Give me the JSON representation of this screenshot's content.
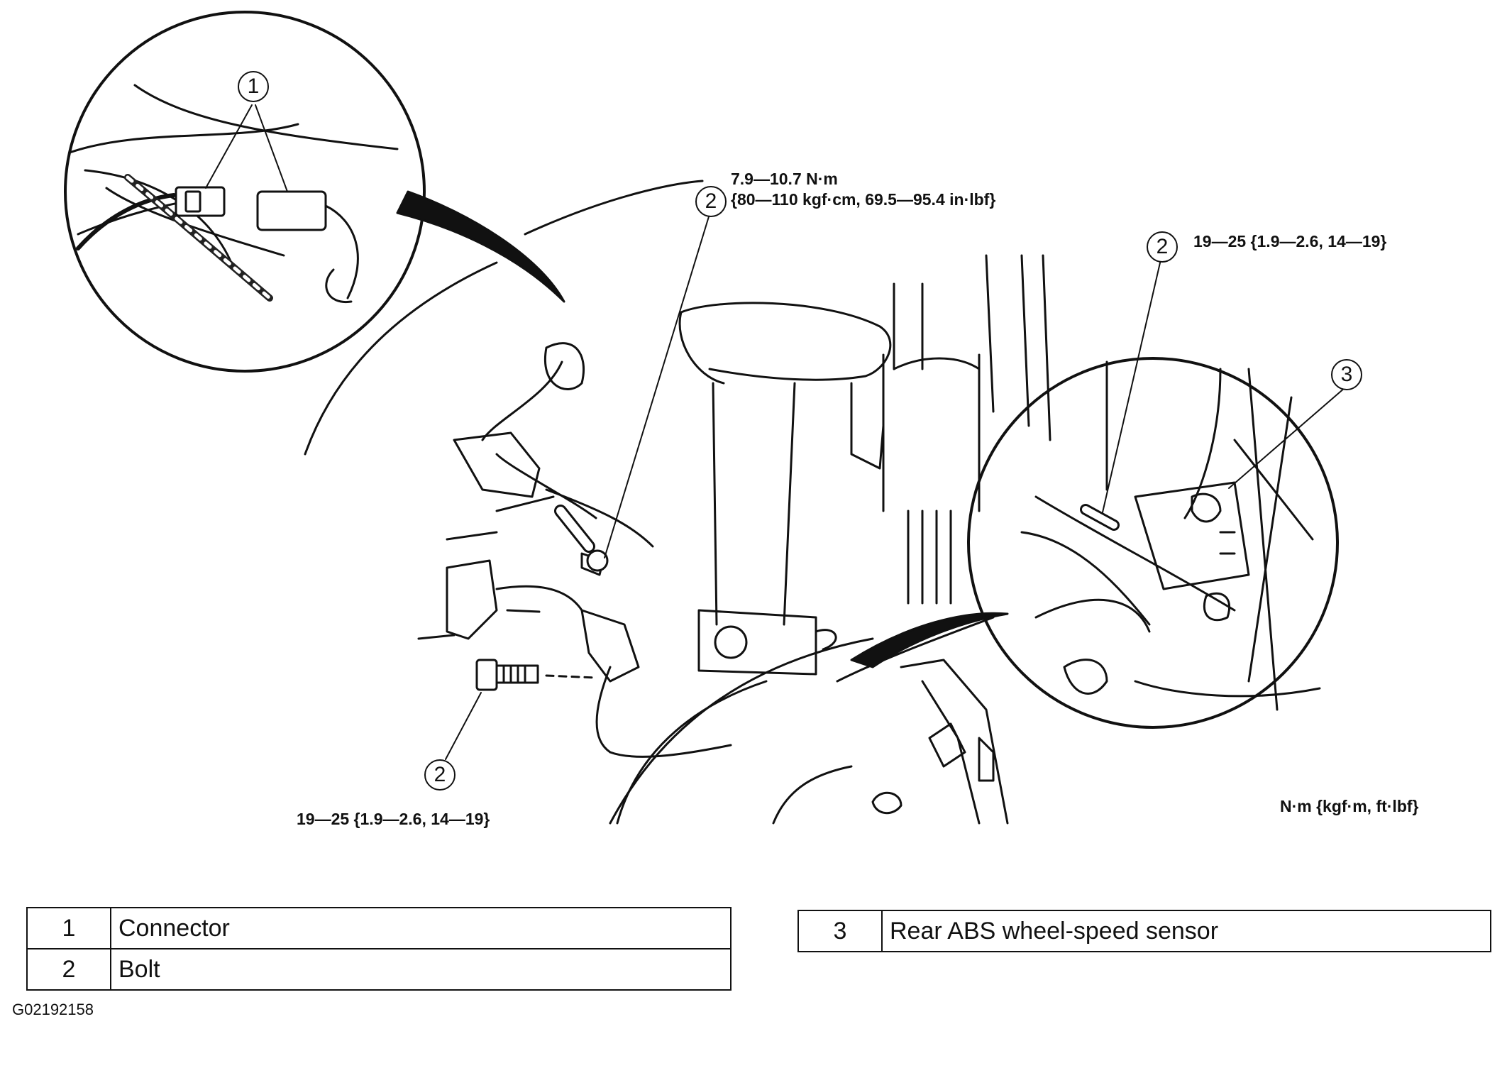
{
  "torque": {
    "t1_line1": "7.9—10.7 N·m",
    "t1_line2": "{80—110 kgf·cm, 69.5—95.4 in·lbf}",
    "t2": "19—25 {1.9—2.6, 14—19}",
    "t3": "19—25 {1.9—2.6, 14—19}",
    "units": "N·m {kgf·m, ft·lbf}"
  },
  "callouts": {
    "c1": "1",
    "c2a": "2",
    "c2b": "2",
    "c2c": "2",
    "c3": "3"
  },
  "legend": [
    {
      "num": "1",
      "label": "Connector"
    },
    {
      "num": "2",
      "label": "Bolt"
    },
    {
      "num": "3",
      "label": "Rear ABS wheel-speed sensor"
    }
  ],
  "figure_id": "G02192158"
}
